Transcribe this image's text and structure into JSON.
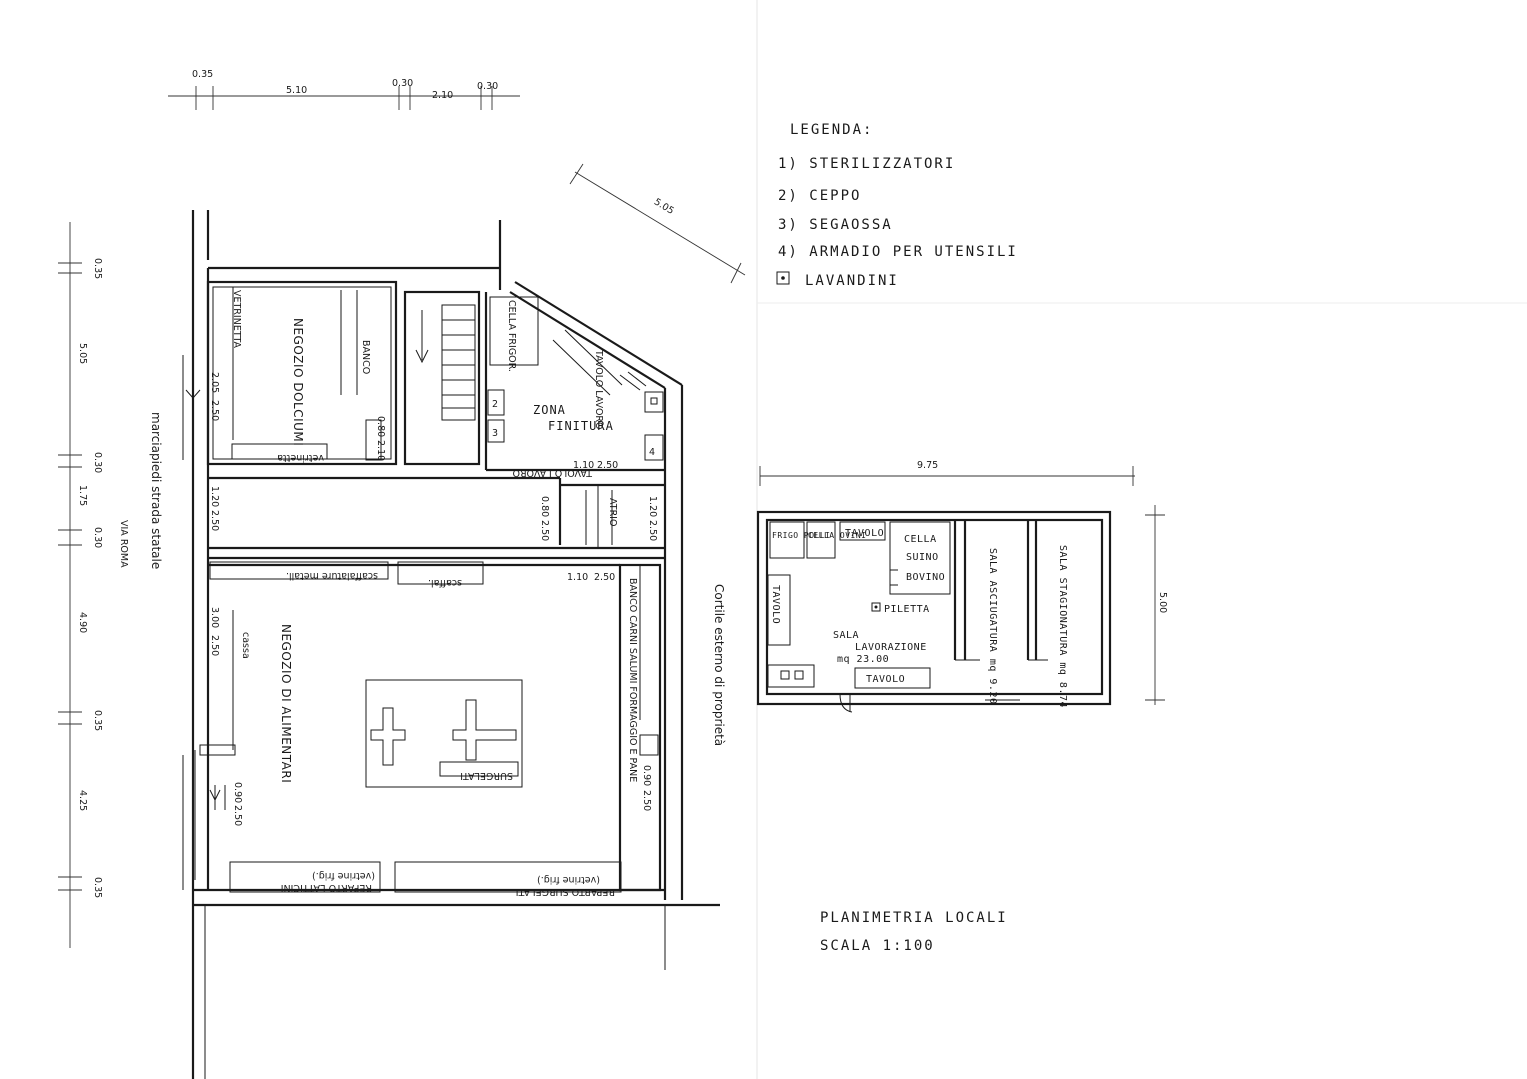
{
  "legend": {
    "title": "LEGENDA:",
    "items": [
      "1) STERILIZZATORI",
      "2) CEPPO",
      "3) SEGAOSSA",
      "4) ARMADIO PER UTENSILI",
      "LAVANDINI"
    ]
  },
  "title_block": {
    "line1": "PLANIMETRIA LOCALI",
    "line2": "SCALA 1:100"
  },
  "top_dimensions": [
    "0.35",
    "5.10",
    "0.30",
    "2.10",
    "0.30"
  ],
  "diagonal_dimension": "5.05",
  "left_dimensions": [
    "0.35",
    "5.05",
    "0.30",
    "1.75",
    "0.30",
    "4.90",
    "0.35",
    "4.25",
    "0.35"
  ],
  "street": {
    "road": "VIA ROMA",
    "sidewalk": "marciapiedi strada statale"
  },
  "courtyard": "Cortile esterno di proprietà",
  "rooms": {
    "dolciumi": "NEGOZIO DOLCIUMI",
    "alimentari": "NEGOZIO DI ALIMENTARI",
    "zona_finitura_1": "ZONA",
    "zona_finitura_2": "FINITURA",
    "atrio": "ATRIO"
  },
  "fixtures": {
    "vetrinetta_v": "VETRINETTA",
    "banco": "BANCO",
    "vetrinetta_h": "vetrinetta",
    "cella_frigor": "CELLA FRIGOR.",
    "tavolo_lavoro_v": "TAVOLO LAVORO",
    "tavolo_lavoro_h": "TAVOLO LAVORO",
    "num_2": "2",
    "num_3": "3",
    "num_4": "4",
    "scaffalature": "scaffalature metall.",
    "scaffal": "scaffal.",
    "cassa": "cassa",
    "banco_carni": "BANCO CARNI SALUMI FORMAGGIO E PANE",
    "surgelati": "SURGELATI",
    "reparto_latticini": "REPARTO LATTICINI",
    "vetrine_frig_1": "(vetrine frig.)",
    "reparto_surgelati": "REPARTO SURGELATI",
    "vetrine_frig_2": "(vetrine frig.)"
  },
  "opening_dimensions": {
    "d1": "2.05",
    "d1b": "2.50",
    "d2": "0.80",
    "d2b": "2.10",
    "d3": "1.10",
    "d3b": "2.50",
    "d4": "1.20",
    "d4b": "2.50",
    "d5": "0.80",
    "d5b": "2.50",
    "d6": "1.20",
    "d6b": "2.50",
    "d7": "1.10",
    "d7b": "2.50",
    "d8": "3.00",
    "d8b": "2.50",
    "d9": "0.90",
    "d9b": "2.50",
    "d10": "0.90",
    "d10b": "2.50"
  },
  "lab": {
    "width_dim": "9.75",
    "height_dim": "5.00",
    "frigo_polli": "FRIGO POLLI",
    "cella_ovini": "CELLA OVINI",
    "tavolo_top": "TAVOLO",
    "cella_suino_1": "CELLA",
    "cella_suino_2": "SUINO",
    "cella_suino_3": "BOVINO",
    "tavolo_left": "TAVOLO",
    "piletta": "PILETTA",
    "sala_lav_1": "SALA",
    "sala_lav_2": "LAVORAZIONE",
    "sala_lav_3": "mq 23.00",
    "tavolo_bottom": "TAVOLO",
    "sala_asciug": "SALA ASCIUGATURA mq 9.20",
    "sala_stag": "SALA STAGIONATURA mq 8.74"
  }
}
